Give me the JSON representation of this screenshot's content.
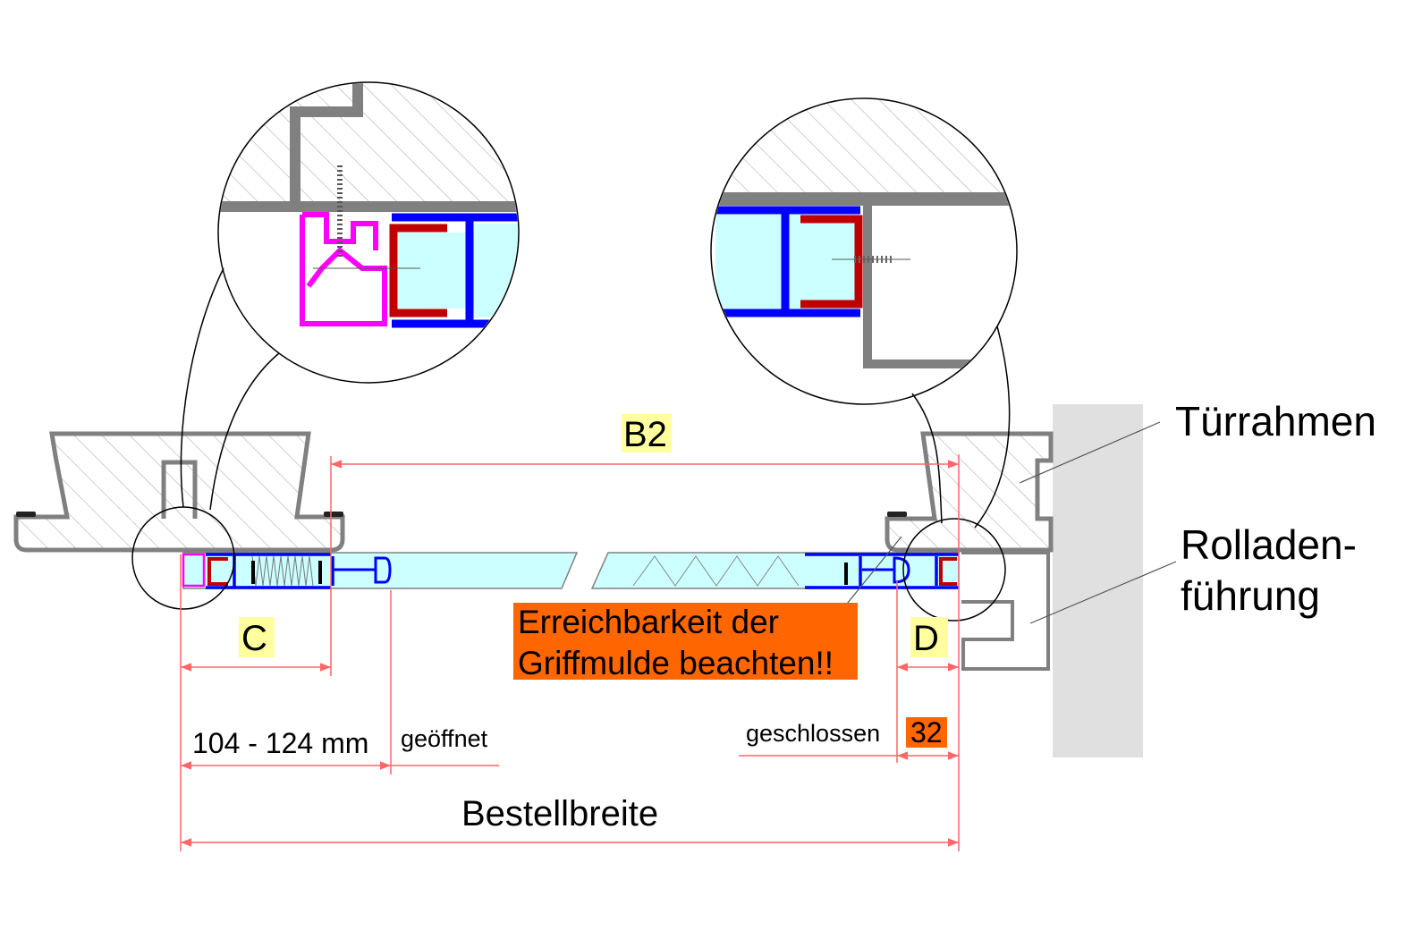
{
  "labels": {
    "b2": "B2",
    "c": "C",
    "d": "D",
    "door_frame": "Türrahmen",
    "shutter_guide_line1": "Rolladen-",
    "shutter_guide_line2": "führung",
    "warning_line1": "Erreichbarkeit der",
    "warning_line2": "Griffmulde beachten!!",
    "open_dimension": "104 - 124 mm",
    "open_state": "geöffnet",
    "closed_state": "geschlossen",
    "closed_dimension": "32",
    "order_width": "Bestellbreite"
  },
  "colors": {
    "dimension": "#ff6666",
    "highlight_yellow": "#ffffa0",
    "highlight_orange": "#ff6600",
    "frame_grey": "#808080",
    "glass": "#ccffff",
    "profile_blue": "#0000ff",
    "profile_red": "#c00000",
    "profile_magenta": "#ff00ff",
    "wall": "#e0e0e0"
  }
}
